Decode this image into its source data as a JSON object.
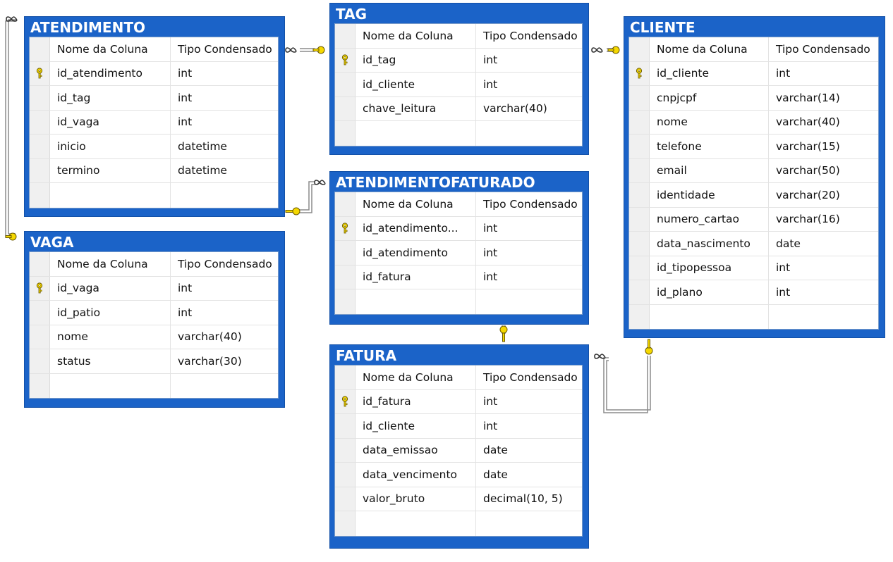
{
  "headers": {
    "name_col": "Nome da Coluna",
    "type_col": "Tipo Condensado"
  },
  "colors": {
    "title_bar": "#1b63c8",
    "connector": "#8c8c8c",
    "key": "#f5d800"
  },
  "tables": {
    "atendimento": {
      "title": "ATENDIMENTO",
      "columns": [
        {
          "name": "id_atendimento",
          "type": "int",
          "pk": true
        },
        {
          "name": "id_tag",
          "type": "int"
        },
        {
          "name": "id_vaga",
          "type": "int"
        },
        {
          "name": "inicio",
          "type": "datetime"
        },
        {
          "name": "termino",
          "type": "datetime"
        }
      ]
    },
    "tag": {
      "title": "TAG",
      "columns": [
        {
          "name": "id_tag",
          "type": "int",
          "pk": true
        },
        {
          "name": "id_cliente",
          "type": "int"
        },
        {
          "name": "chave_leitura",
          "type": "varchar(40)"
        }
      ]
    },
    "cliente": {
      "title": "CLIENTE",
      "columns": [
        {
          "name": "id_cliente",
          "type": "int",
          "pk": true
        },
        {
          "name": "cnpjcpf",
          "type": "varchar(14)"
        },
        {
          "name": "nome",
          "type": "varchar(40)"
        },
        {
          "name": "telefone",
          "type": "varchar(15)"
        },
        {
          "name": "email",
          "type": "varchar(50)"
        },
        {
          "name": "identidade",
          "type": "varchar(20)"
        },
        {
          "name": "numero_cartao",
          "type": "varchar(16)"
        },
        {
          "name": "data_nascimento",
          "type": "date"
        },
        {
          "name": "id_tipopessoa",
          "type": "int"
        },
        {
          "name": "id_plano",
          "type": "int"
        }
      ]
    },
    "vaga": {
      "title": "VAGA",
      "columns": [
        {
          "name": "id_vaga",
          "type": "int",
          "pk": true
        },
        {
          "name": "id_patio",
          "type": "int"
        },
        {
          "name": "nome",
          "type": "varchar(40)"
        },
        {
          "name": "status",
          "type": "varchar(30)"
        }
      ]
    },
    "atendimentofaturado": {
      "title": "ATENDIMENTOFATURADO",
      "columns": [
        {
          "name": "id_atendimento...",
          "type": "int",
          "pk": true
        },
        {
          "name": "id_atendimento",
          "type": "int"
        },
        {
          "name": "id_fatura",
          "type": "int"
        }
      ]
    },
    "fatura": {
      "title": "FATURA",
      "columns": [
        {
          "name": "id_fatura",
          "type": "int",
          "pk": true
        },
        {
          "name": "id_cliente",
          "type": "int"
        },
        {
          "name": "data_emissao",
          "type": "date"
        },
        {
          "name": "data_vencimento",
          "type": "date"
        },
        {
          "name": "valor_bruto",
          "type": "decimal(10, 5)"
        }
      ]
    }
  }
}
